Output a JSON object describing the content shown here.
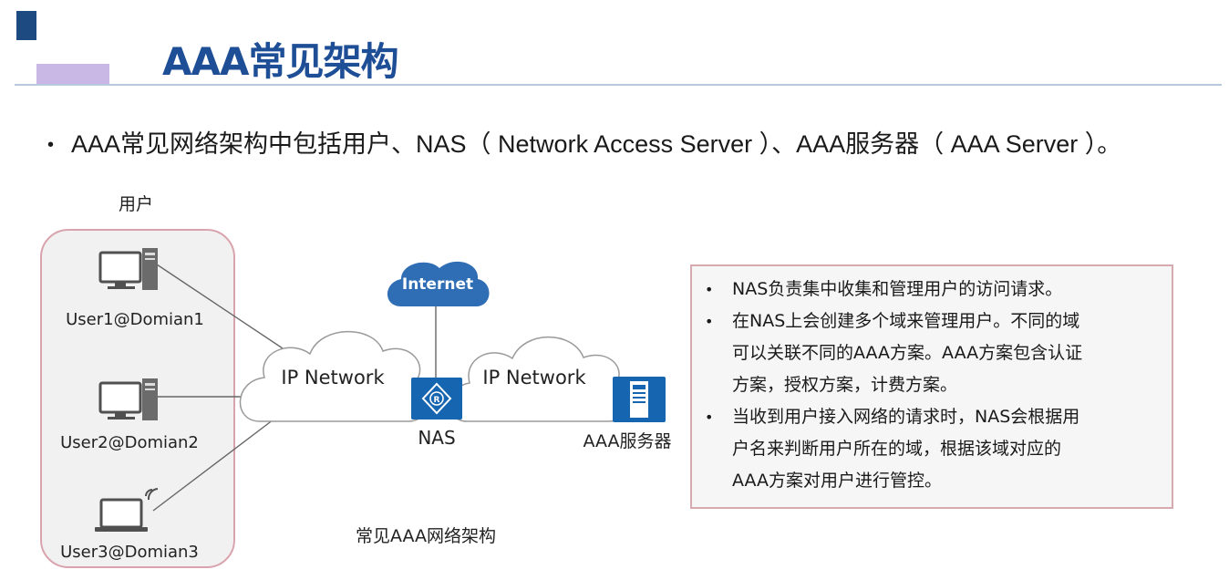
{
  "title": "AAA常见架构",
  "bullet": "AAA常见网络架构中包括用户、NAS（ Network Access Server ）、AAA服务器（ AAA Server ）。",
  "diagram": {
    "users_label": "用户",
    "users": [
      {
        "label": "User1@Domian1",
        "icon": "desktop-pc-icon"
      },
      {
        "label": "User2@Domian2",
        "icon": "desktop-pc-icon"
      },
      {
        "label": "User3@Domian3",
        "icon": "laptop-wireless-icon"
      }
    ],
    "internet": "Internet",
    "cloud_left": "IP Network",
    "cloud_right": "IP Network",
    "nas": "NAS",
    "aaa_server": "AAA服务器",
    "caption": "常见AAA网络架构"
  },
  "notes": [
    {
      "lines": [
        "NAS负责集中收集和管理用户的访问请求。"
      ]
    },
    {
      "lines": [
        "在NAS上会创建多个域来管理用户。不同的域",
        "可以关联不同的AAA方案。AAA方案包含认证",
        "方案，授权方案，计费方案。"
      ]
    },
    {
      "lines": [
        "当收到用户接入网络的请求时，NAS会根据用",
        "户名来判断用户所在的域，根据该域对应的",
        "AAA方案对用户进行管控。"
      ]
    }
  ],
  "colors": {
    "title": "#1e4e96",
    "router": "#1565b0",
    "internet_cloud": "#2f6db5",
    "notes_border": "#d7aab0",
    "users_border": "#d9a3ad"
  }
}
